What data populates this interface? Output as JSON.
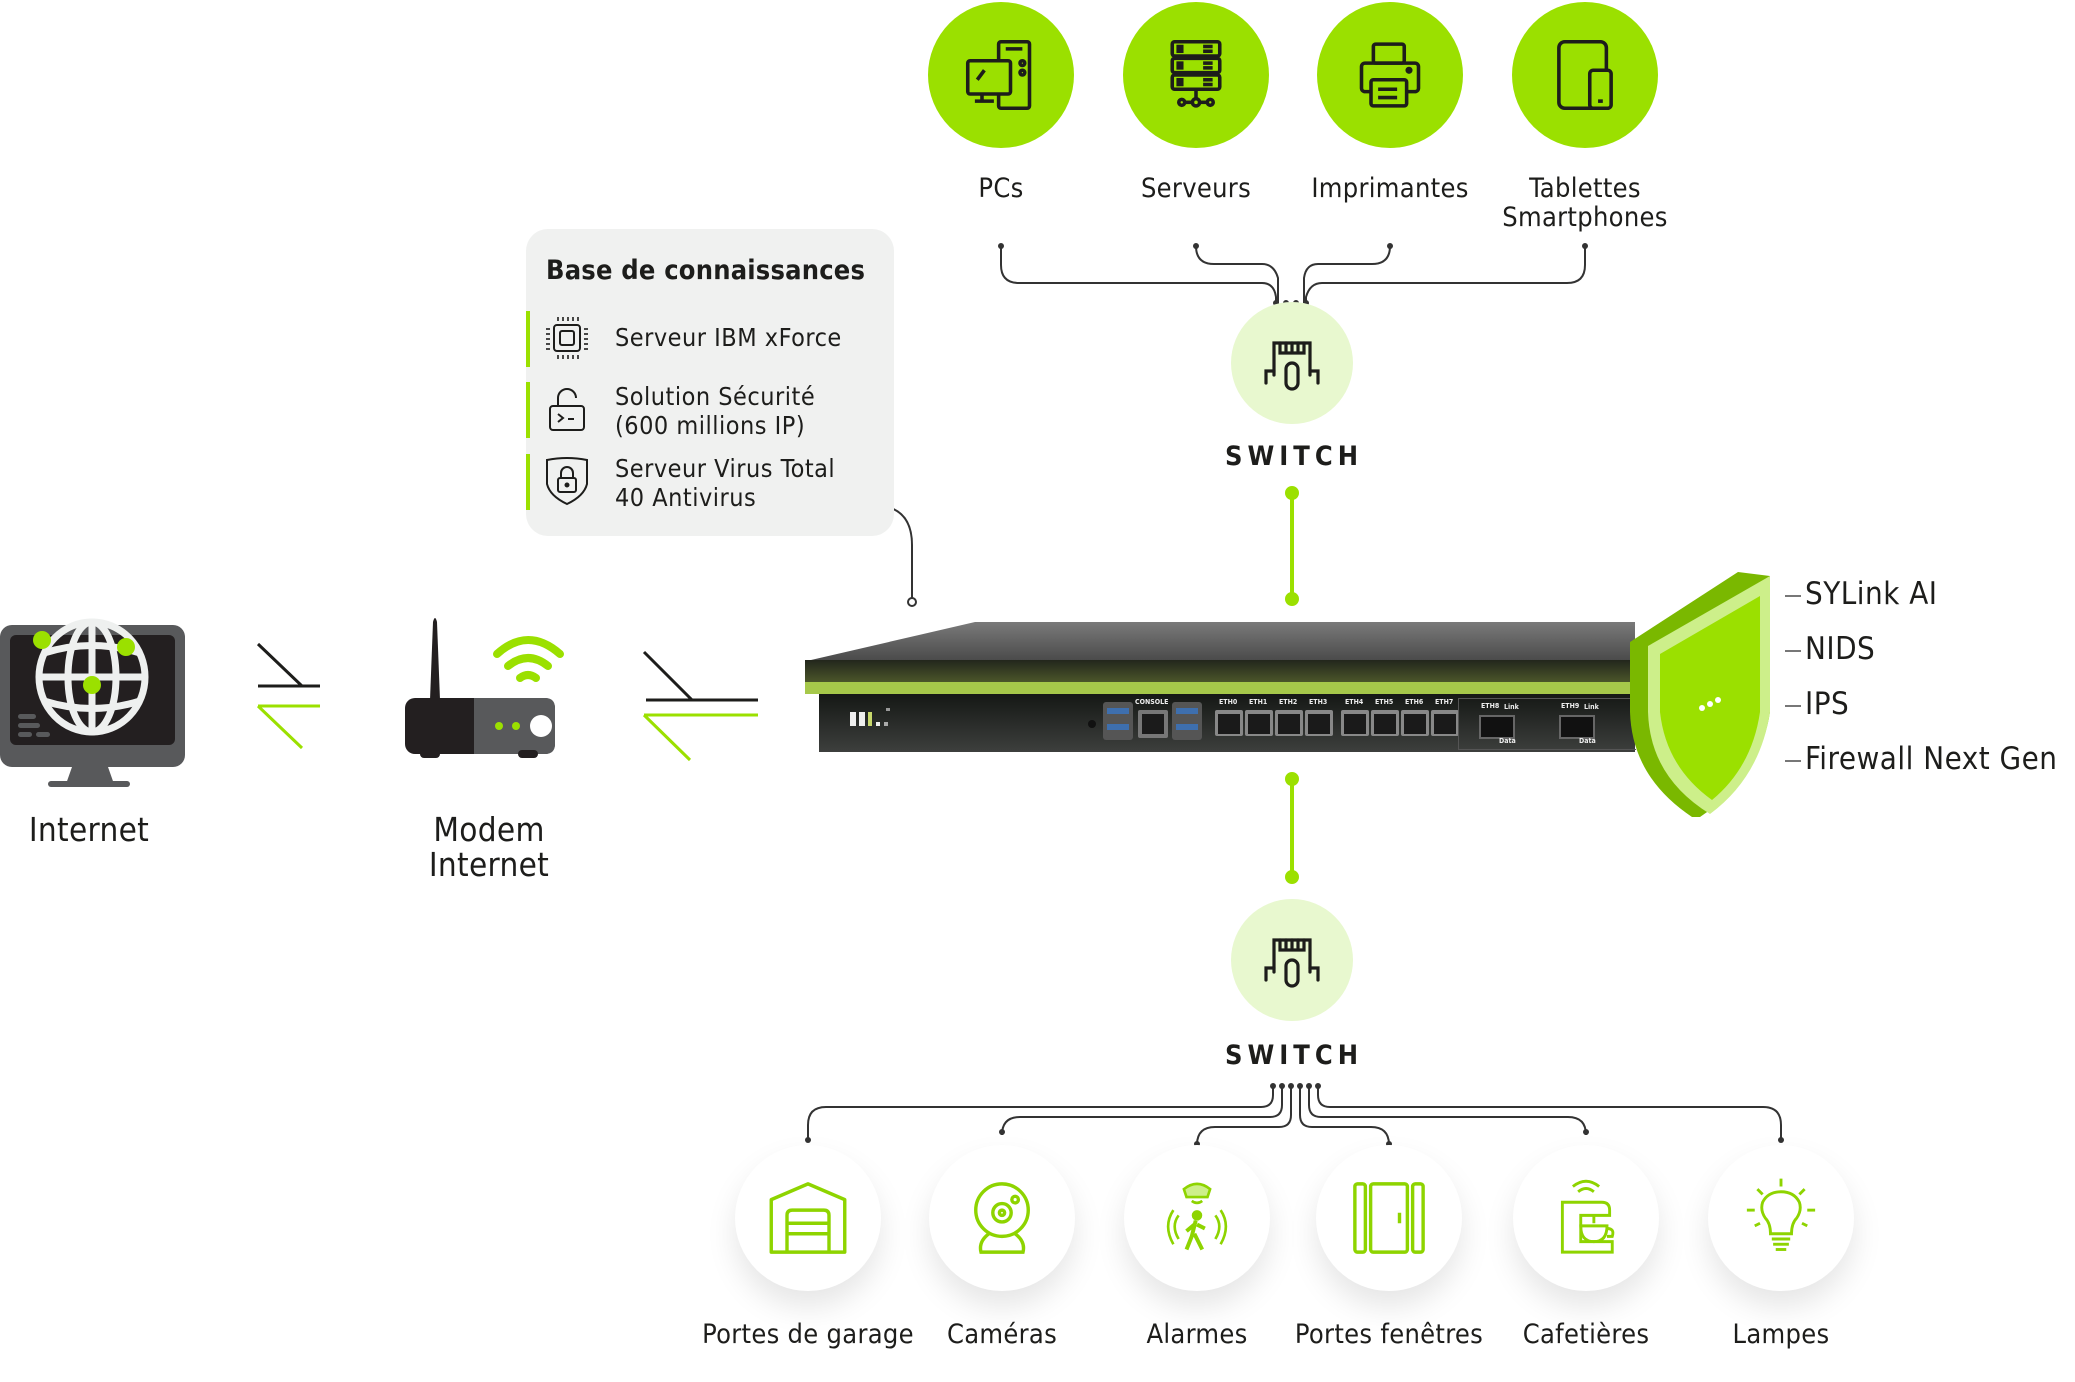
{
  "top_devices": [
    {
      "label": "PCs",
      "icon": "pc-icon"
    },
    {
      "label": "Serveurs",
      "icon": "server-icon"
    },
    {
      "label": "Imprimantes",
      "icon": "printer-icon"
    },
    {
      "label": "Tablettes",
      "label2": "Smartphones",
      "icon": "tablet-smartphone-icon"
    }
  ],
  "top_switch": {
    "label": "SWITCH"
  },
  "bottom_switch": {
    "label": "SWITCH"
  },
  "knowledge_base": {
    "title": "Base de connaissances",
    "items": [
      {
        "line1": "Serveur IBM xForce",
        "line2": "",
        "icon": "chip-icon"
      },
      {
        "line1": "Solution Sécurité",
        "line2": "(600 millions IP)",
        "icon": "unlocked-terminal-icon"
      },
      {
        "line1": "Serveur Virus Total",
        "line2": "40 Antivirus",
        "icon": "shield-lock-icon"
      }
    ]
  },
  "internet": {
    "label": "Internet"
  },
  "modem": {
    "label1": "Modem",
    "label2": "Internet"
  },
  "firewall": {
    "ports": [
      "CONSOLE",
      "ETH0",
      "ETH1",
      "ETH2",
      "ETH3",
      "ETH4",
      "ETH5",
      "ETH6",
      "ETH7",
      "ETH8",
      "ETH9"
    ],
    "sfp_labels": {
      "link": "Link",
      "data": "Data"
    }
  },
  "features": [
    "SYLink AI",
    "NIDS",
    "IPS",
    "Firewall Next Gen"
  ],
  "bottom_devices": [
    {
      "label": "Portes de garage",
      "icon": "garage-door-icon"
    },
    {
      "label": "Caméras",
      "icon": "webcam-icon"
    },
    {
      "label": "Alarmes",
      "icon": "motion-alarm-icon"
    },
    {
      "label": "Portes fenêtres",
      "icon": "french-door-icon"
    },
    {
      "label": "Cafetières",
      "icon": "smart-coffee-maker-icon"
    },
    {
      "label": "Lampes",
      "icon": "light-bulb-icon"
    }
  ],
  "colors": {
    "accent": "#9be000",
    "accent_light": "#e8f8cf",
    "dark": "#1d1d1b",
    "panel": "#f0f1f0"
  }
}
